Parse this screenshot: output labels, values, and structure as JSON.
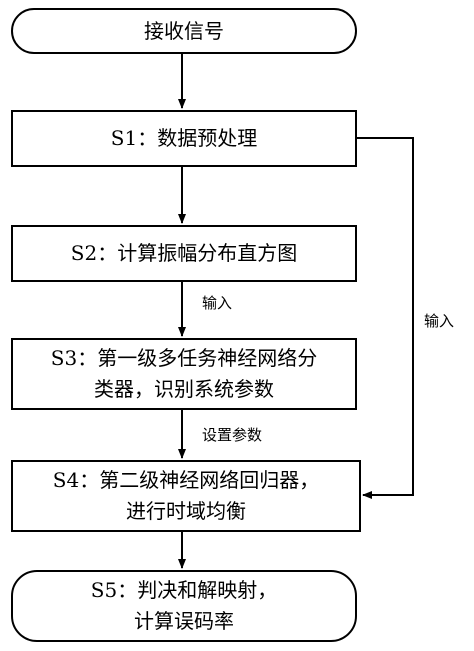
{
  "nodes": {
    "start": {
      "lines": [
        "接收信号"
      ]
    },
    "s1": {
      "lines": [
        "S1：数据预处理"
      ]
    },
    "s2": {
      "lines": [
        "S2：计算振幅分布直方图"
      ]
    },
    "s3": {
      "lines": [
        "S3：第一级多任务神经网络分",
        "类器，识别系统参数"
      ]
    },
    "s4": {
      "lines": [
        "S4：第二级神经网络回归器，",
        "进行时域均衡"
      ]
    },
    "s5": {
      "lines": [
        "S5：判决和解映射，",
        "计算误码率"
      ]
    }
  },
  "edge_labels": {
    "s2_to_s3": "输入",
    "s3_to_s4": "设置参数",
    "s1_to_s4": "输入"
  }
}
